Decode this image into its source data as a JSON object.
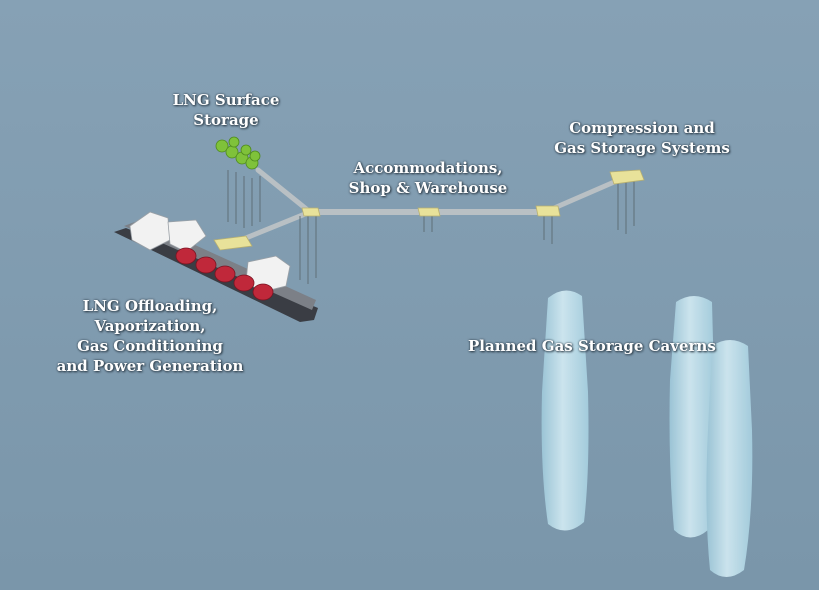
{
  "labels": {
    "surface_storage": [
      "LNG Surface",
      "Storage"
    ],
    "accommodations": [
      "Accommodations,",
      "Shop & Warehouse"
    ],
    "compression": [
      "Compression and",
      "Gas Storage Systems"
    ],
    "offloading": [
      "LNG Offloading,",
      "Vaporization,",
      "Gas Conditioning",
      "and Power Generation"
    ],
    "caverns": "Planned Gas Storage Caverns"
  },
  "colors": {
    "water": "#7f9bb0",
    "cavern": "#c8e6f0",
    "ship_hull": "#3a3d44",
    "lng_tank": "#c0283a",
    "storage_tank": "#7fc23a",
    "platform": "#e8e29a",
    "walkway": "#b9c0c4"
  }
}
